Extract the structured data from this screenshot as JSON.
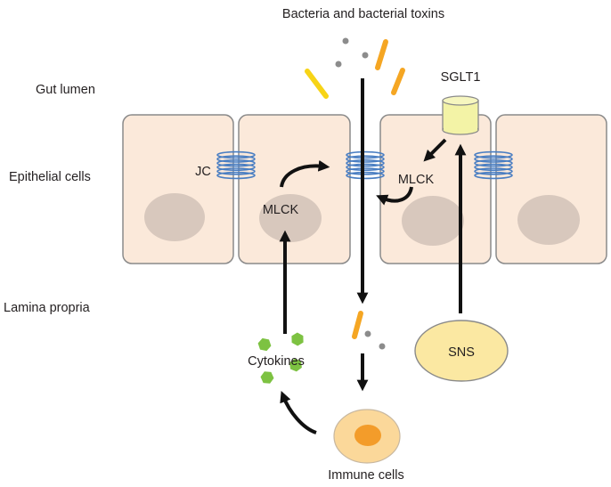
{
  "labels": {
    "title": "Bacteria and bacterial toxins",
    "gut_lumen": "Gut lumen",
    "epithelial_cells": "Epithelial cells",
    "lamina_propria": "Lamina propria",
    "jc": "JC",
    "mlck_left": "MLCK",
    "mlck_right": "MLCK",
    "sglt1": "SGLT1",
    "sns": "SNS",
    "cytokines": "Cytokines",
    "immune_cells": "Immune  cells"
  },
  "colors": {
    "cell_fill": "#fbe9da",
    "cell_stroke": "#8a8a8a",
    "nucleus": "#d8c8bd",
    "junction": "#4a7ec2",
    "sglt1_fill": "#f3f3a6",
    "sns_fill": "#fbe8a2",
    "immune_outer": "#fbd89a",
    "immune_inner": "#f39c2a",
    "cytokine": "#7dc242",
    "bacteria_yellow": "#f7d417",
    "bacteria_orange": "#f5a623",
    "particle_gray": "#8c8c8c",
    "arrow": "#111111"
  }
}
